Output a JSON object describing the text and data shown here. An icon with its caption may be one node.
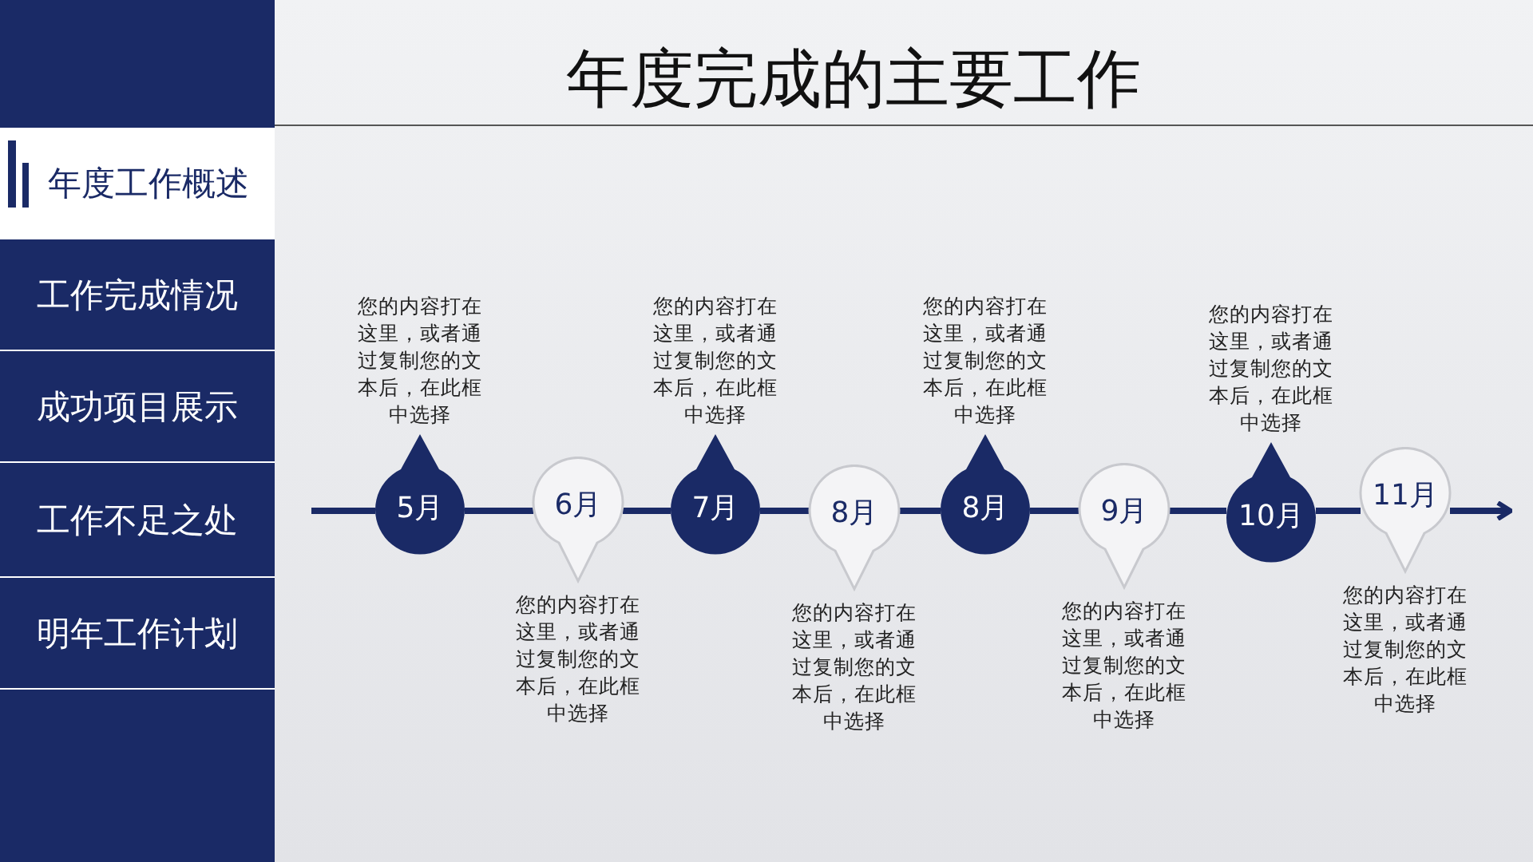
{
  "diagram": {
    "title": "年度完成的主要工作",
    "nodes": [
      {
        "text": [
          "年度工作概述"
        ]
      },
      {
        "text": [
          "工作完成情况"
        ]
      },
      {
        "text": [
          "成功项目展示"
        ]
      },
      {
        "text": [
          "工作不足之处"
        ]
      },
      {
        "text": [
          "明年工作计划"
        ]
      },
      {
        "text": [
          "5月"
        ],
        "beside": [
          "您的内容打在这里，或者通过复制您的文本后，在此框中选择"
        ]
      },
      {
        "text": [
          "6月"
        ],
        "beside": [
          "您的内容打在这里，或者通过复制您的文本后，在此框中选择"
        ]
      },
      {
        "text": [
          "7月"
        ],
        "beside": [
          "您的内容打在这里，或者通过复制您的文本后，在此框中选择"
        ]
      },
      {
        "text": [
          "8月"
        ],
        "beside": [
          "您的内容打在这里，或者通过复制您的文本后，在此框中选择"
        ]
      },
      {
        "text": [
          "8月"
        ],
        "beside": [
          "您的内容打在这里，或者通过复制您的文本后，在此框中选择"
        ]
      },
      {
        "text": [
          "9月"
        ],
        "beside": [
          "您的内容打在这里，或者通过复制您的文本后，在此框中选择"
        ]
      },
      {
        "text": [
          "10月"
        ],
        "beside": [
          "您的内容打在这里，或者通过复制您的文本后，在此框中选择"
        ]
      },
      {
        "text": [
          "11月"
        ],
        "beside": [
          "您的内容打在这里，或者通过复制您的文本后，在此框中选择"
        ]
      }
    ],
    "edges": [
      {
        "from": null,
        "to": 5,
        "arrow": "none"
      },
      {
        "from": 5,
        "to": 6,
        "arrow": "none"
      },
      {
        "from": 6,
        "to": 7,
        "arrow": "none"
      },
      {
        "from": 7,
        "to": 8,
        "arrow": "none"
      },
      {
        "from": 8,
        "to": 9,
        "arrow": "none"
      },
      {
        "from": 9,
        "to": 10,
        "arrow": "none"
      },
      {
        "from": 10,
        "to": 11,
        "arrow": "none"
      },
      {
        "from": 11,
        "to": 12,
        "arrow": "none"
      },
      {
        "from": 12,
        "to": null,
        "arrow": "to"
      }
    ]
  }
}
